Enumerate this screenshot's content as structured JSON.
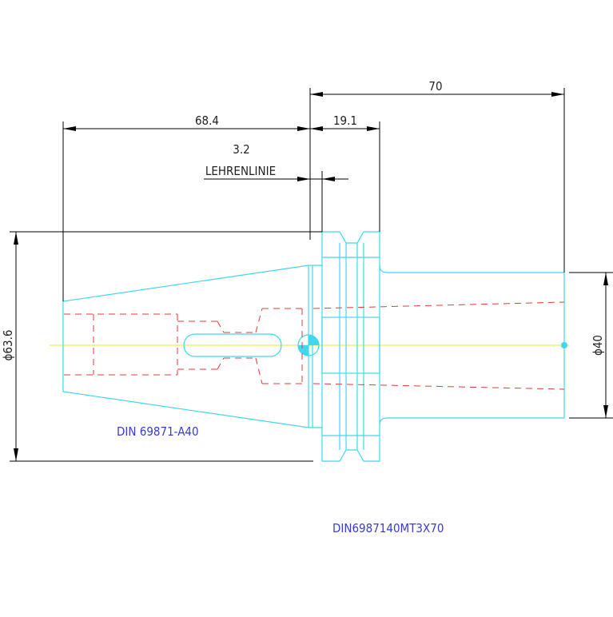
{
  "dimensions": {
    "total_length": "70",
    "taper_length": "68.4",
    "flange_width": "19.1",
    "gauge_offset": "3.2",
    "gauge_line_label": "LEHRENLINIE",
    "flange_diameter": "ϕ63.6",
    "shank_diameter": "ϕ40"
  },
  "labels": {
    "standard": "DIN 69871-A40",
    "part_code": "DIN6987140MT3X70"
  },
  "colors": {
    "outline": "#3fd8ee",
    "hidden_lines": "#e33b3b",
    "center_axis": "#e8e820",
    "dimensions": "#000000",
    "annotations": "#3a3ad8"
  }
}
